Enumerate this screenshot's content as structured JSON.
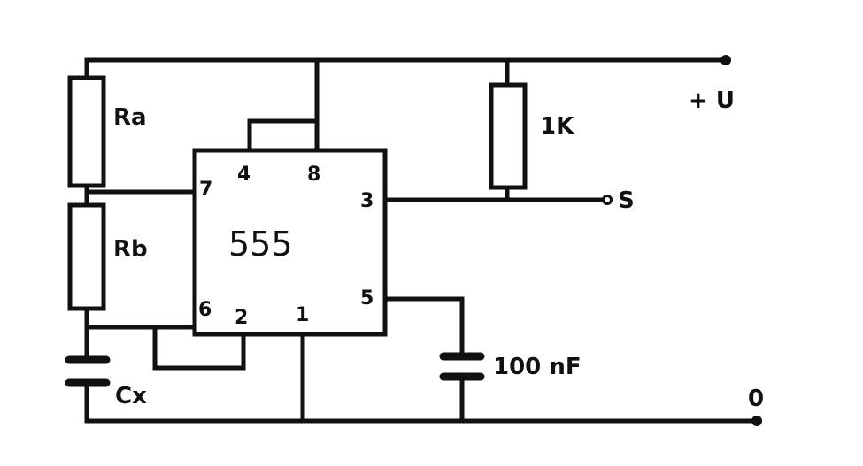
{
  "ic": {
    "name": "555",
    "pins": {
      "p1": "1",
      "p2": "2",
      "p3": "3",
      "p4": "4",
      "p5": "5",
      "p6": "6",
      "p7": "7",
      "p8": "8"
    }
  },
  "components": {
    "ra": "Ra",
    "rb": "Rb",
    "r_pullup": "1K",
    "cx": "Cx",
    "c_control": "100 nF"
  },
  "terminals": {
    "supply": "+ U",
    "output": "S",
    "ground": "0"
  },
  "colors": {
    "ink": "#111111",
    "paper": "#ffffff"
  }
}
